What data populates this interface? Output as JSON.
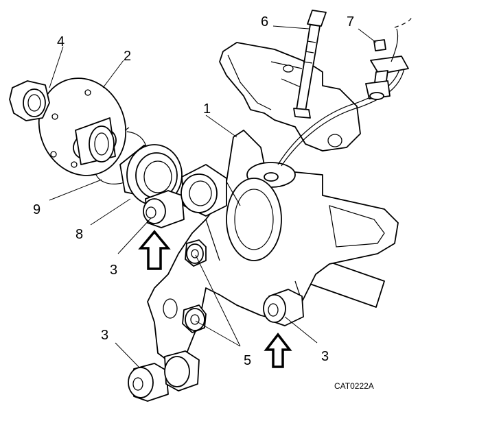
{
  "figure": {
    "code": "CAT0222A",
    "callouts": [
      {
        "id": "c1",
        "text": "1"
      },
      {
        "id": "c2",
        "text": "2"
      },
      {
        "id": "c3a",
        "text": "3"
      },
      {
        "id": "c3b",
        "text": "3"
      },
      {
        "id": "c3c",
        "text": "3"
      },
      {
        "id": "c4",
        "text": "4"
      },
      {
        "id": "c5",
        "text": "5"
      },
      {
        "id": "c6",
        "text": "6"
      },
      {
        "id": "c7",
        "text": "7"
      },
      {
        "id": "c8",
        "text": "8"
      },
      {
        "id": "c9",
        "text": "9"
      }
    ]
  }
}
